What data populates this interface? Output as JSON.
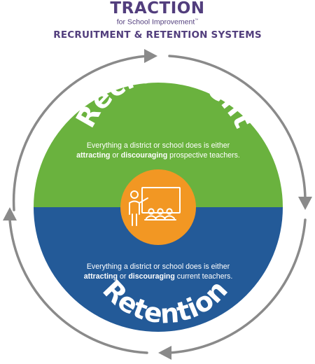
{
  "header": {
    "brand": "TRACTION",
    "brand_sub": "for School Improvement",
    "trademark": "™",
    "system_title": "RECRUITMENT & RETENTION SYSTEMS"
  },
  "top_half": {
    "label": "Recruitment",
    "line1": "Everything a district or school does is either",
    "line2_bold1": "attracting",
    "line2_mid": " or ",
    "line2_bold2": "discouraging",
    "line2_end": " prospective teachers."
  },
  "bottom_half": {
    "label": "Retention",
    "line1": "Everything a district or school does is either",
    "line2_bold1": "attracting",
    "line2_mid": " or ",
    "line2_bold2": "discouraging",
    "line2_end": " current teachers."
  },
  "colors": {
    "brand_purple": "#523e7d",
    "recruitment_green": "#6ab23e",
    "retention_blue": "#235a98",
    "center_orange": "#f29723",
    "arrow_gray": "#8a8a8a"
  },
  "icons": {
    "center": "teacher-presenting-to-class-icon",
    "cycle": "cycle-arrow-icon"
  }
}
